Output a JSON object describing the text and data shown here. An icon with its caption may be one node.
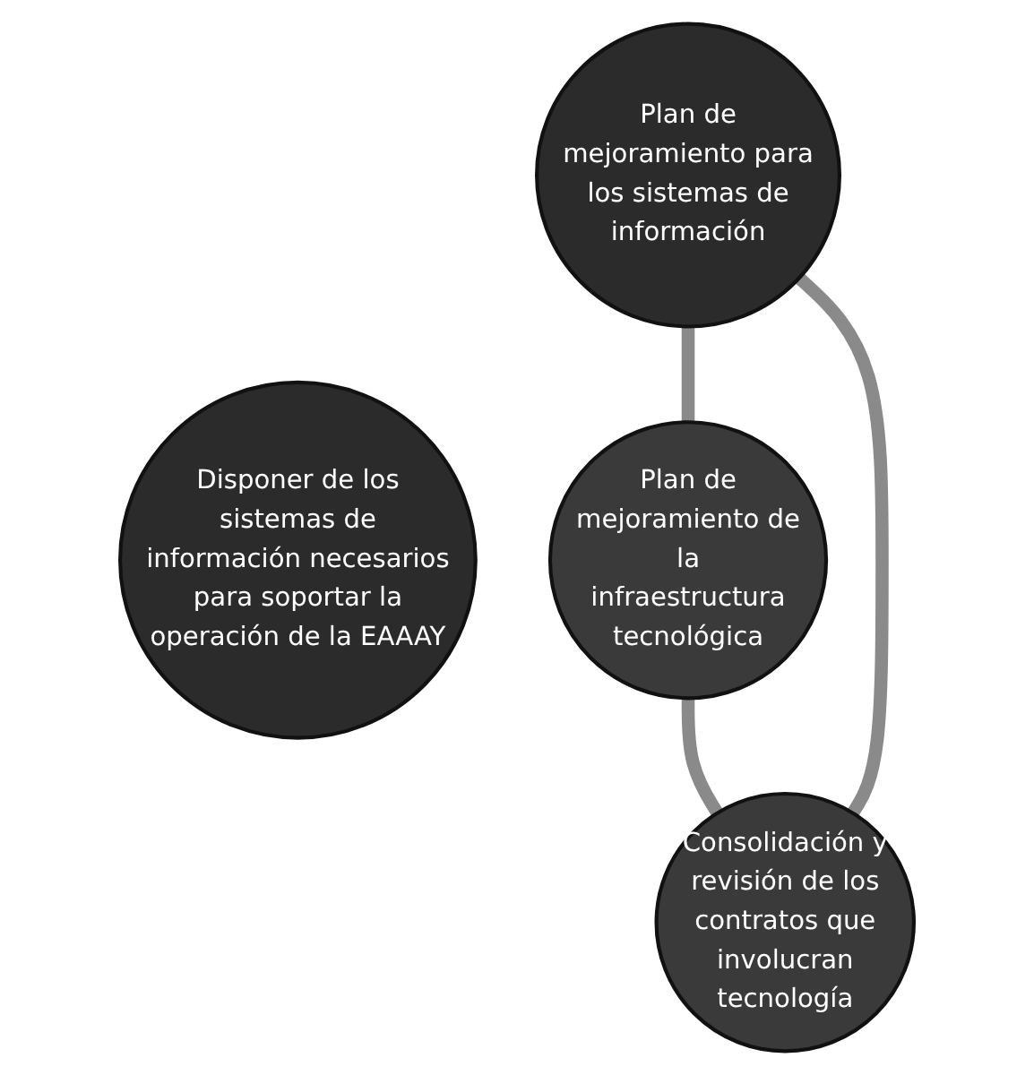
{
  "diagram": {
    "nodes": [
      {
        "text": [
          "Plan de mejoramiento para los sistemas de información"
        ]
      },
      {
        "text": [
          "Disponer de los sistemas de información necesarios para soportar la operación de la EAAAY"
        ]
      },
      {
        "text": [
          "Consolidación y revisión de los contratos que involucran tecnología"
        ]
      },
      {
        "text": [
          "Plan de mejoramiento de la infraestructura tecnológica"
        ]
      }
    ],
    "edges": [
      {
        "from": 0,
        "to": 3,
        "arrow": "none"
      },
      {
        "from": 3,
        "to": 2,
        "arrow": "none"
      },
      {
        "from": 2,
        "to": 0,
        "arrow": "none"
      }
    ]
  }
}
